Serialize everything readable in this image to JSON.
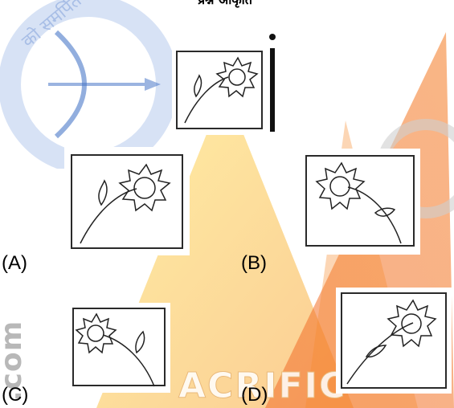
{
  "question": {
    "heading": "प्रश्न आकृति"
  },
  "options": {
    "a": "(A)",
    "b": "(B)",
    "c": "(C)",
    "d": "(D)"
  },
  "watermark": {
    "side_text": ".com",
    "brand_text": "ACRIFIC"
  },
  "colors": {
    "orange": "#f7931e",
    "yellow": "#ffd400",
    "logo_blue": "#3f6fc6",
    "line": "#222222"
  },
  "icons": [
    "bow-and-arrow-logo",
    "sunflower-drawing"
  ]
}
